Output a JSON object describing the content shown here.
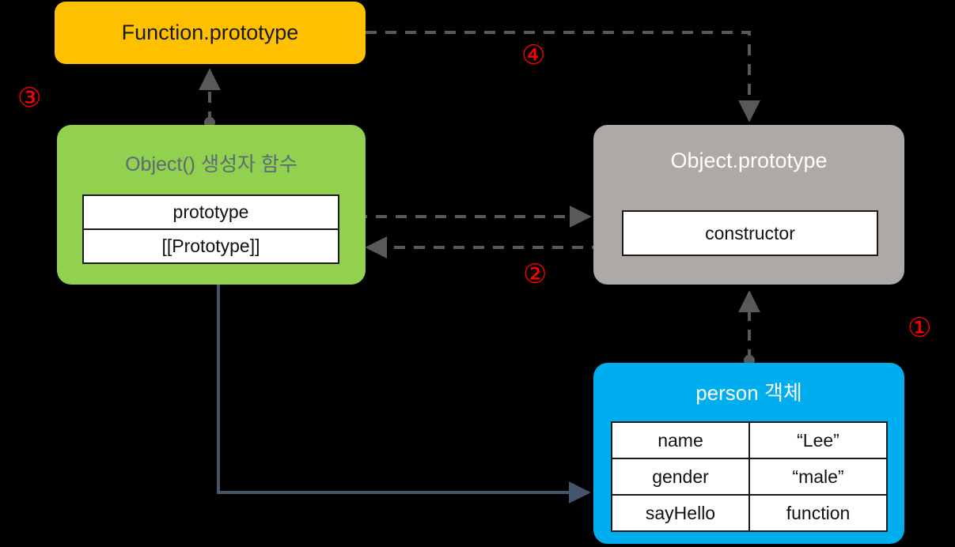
{
  "diagram": {
    "title": "JavaScript prototype chain diagram",
    "background": "#000000",
    "nodes": {
      "function_prototype": {
        "label": "Function.prototype",
        "color": "#FFC000",
        "text_color": "#1a1a1a"
      },
      "object_constructor": {
        "label": "Object() 생성자 함수",
        "color": "#92D050",
        "text_color": "#5b6b74",
        "slots": [
          "prototype",
          "[[Prototype]]"
        ]
      },
      "object_prototype": {
        "label": "Object.prototype",
        "color": "#ACA9A6",
        "text_color": "#ffffff",
        "slots": [
          "constructor"
        ]
      },
      "person_object": {
        "label": "person 객체",
        "color": "#00AEEF",
        "text_color": "#ffffff",
        "rows": [
          {
            "key": "name",
            "value": "“Lee”"
          },
          {
            "key": "gender",
            "value": "“male”"
          },
          {
            "key": "sayHello",
            "value": "function"
          }
        ]
      }
    },
    "markers": {
      "one": "①",
      "two": "②",
      "three": "③",
      "four": "④",
      "color": "#FF0000"
    },
    "edges": {
      "dashed_color": "#595959",
      "solid_color": "#44546A",
      "items": [
        {
          "name": "person-to-object-prototype",
          "style": "dashed",
          "from": "person_object",
          "to": "object_prototype"
        },
        {
          "name": "object-constructor-prototype-to-object-prototype",
          "style": "dashed",
          "from": "object_constructor",
          "to": "object_prototype"
        },
        {
          "name": "object-prototype-constructor-to-object-constructor",
          "style": "dashed",
          "from": "object_prototype",
          "to": "object_constructor"
        },
        {
          "name": "object-constructor-to-function-prototype",
          "style": "dashed",
          "from": "object_constructor",
          "to": "function_prototype"
        },
        {
          "name": "function-prototype-to-object-prototype",
          "style": "dashed",
          "from": "function_prototype",
          "to": "object_prototype"
        },
        {
          "name": "object-constructor-to-person",
          "style": "solid",
          "from": "object_constructor",
          "to": "person_object"
        }
      ]
    }
  }
}
